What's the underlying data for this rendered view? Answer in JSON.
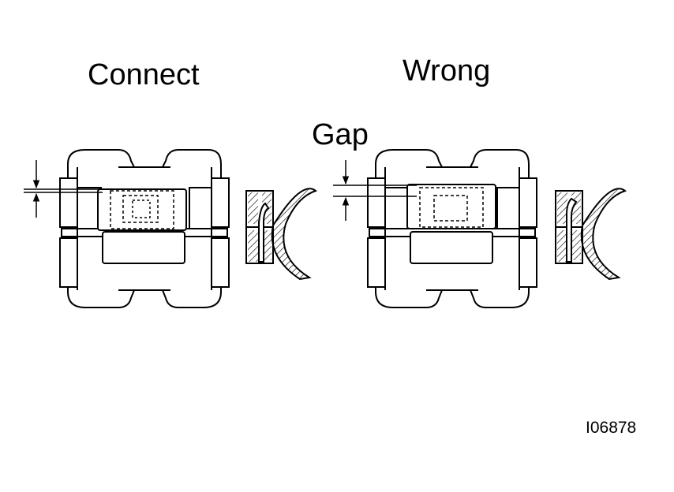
{
  "labels": {
    "connect": "Connect",
    "wrong": "Wrong",
    "gap": "Gap",
    "figure_code": "I06878"
  }
}
